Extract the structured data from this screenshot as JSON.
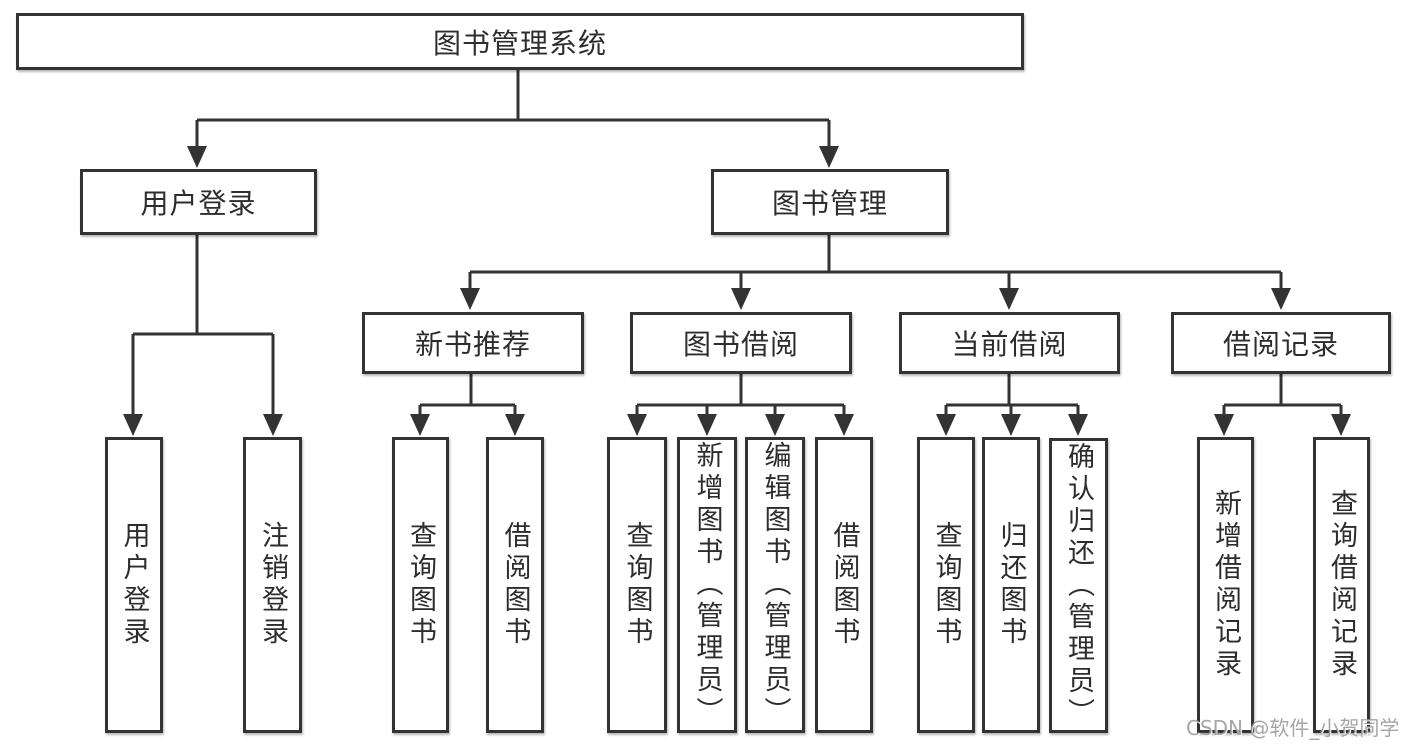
{
  "tree": {
    "root": {
      "label": "图书管理系统"
    },
    "branches": [
      {
        "label": "用户登录",
        "children": [
          {
            "label": "用户登录"
          },
          {
            "label": "注销登录"
          }
        ]
      },
      {
        "label": "图书管理",
        "children": [
          {
            "label": "新书推荐",
            "children": [
              {
                "label": "查询图书"
              },
              {
                "label": "借阅图书"
              }
            ]
          },
          {
            "label": "图书借阅",
            "children": [
              {
                "label": "查询图书"
              },
              {
                "label": "新增图书（管理员）"
              },
              {
                "label": "编辑图书（管理员）"
              },
              {
                "label": "借阅图书"
              }
            ]
          },
          {
            "label": "当前借阅",
            "children": [
              {
                "label": "查询图书"
              },
              {
                "label": "归还图书"
              },
              {
                "label": "确认归还（管理员）"
              }
            ]
          },
          {
            "label": "借阅记录",
            "children": [
              {
                "label": "新增借阅记录"
              },
              {
                "label": "查询借阅记录"
              }
            ]
          }
        ]
      }
    ]
  },
  "watermark": {
    "text": "CSDN @软件_小贺同学"
  },
  "colors": {
    "line": "#333333",
    "box_border": "#333333",
    "box_background": "#ffffff",
    "text": "#2d2d2d",
    "watermark": "#969696",
    "background": "#ffffff"
  }
}
